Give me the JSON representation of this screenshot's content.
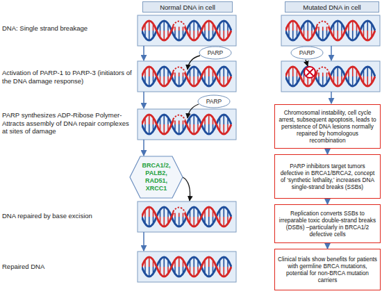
{
  "diagram": {
    "nodes": [
      {
        "text": [
          "Normal DNA in cell"
        ]
      },
      {
        "text": [
          "Mutated DNA in cell"
        ]
      },
      {
        "text": [
          "PARP"
        ]
      },
      {
        "text": [
          "PARP"
        ]
      },
      {
        "text": [
          "PARP"
        ]
      },
      {
        "text": [
          "Chromosomal instability, cell cycle arrest, subsequent apoptosis, leads to persistence of DNA lesions normally repaired by homologous recombination"
        ]
      },
      {
        "text": [
          "BRCA1/2, PALB2, RAD51, XRCC1"
        ]
      },
      {
        "text": [
          "PARP inhibitors target tumors defective in BRCA1/BRCA2, concept of ‘synthetic lethality,’ increases DNA single-strand breaks (SSBs)"
        ]
      },
      {
        "text": [
          "Replication converts SSBs to irreparable toxic double-strand breaks (DSBs) –particularly in BRCA1/2 defective cells"
        ]
      },
      {
        "text": [
          "Clinical trials show benefits for patients with germline BRCA mutations, potential for non-BRCA mutation carriers"
        ]
      }
    ],
    "edges": [
      {
        "from": 5,
        "to": 7,
        "arrow": "to"
      },
      {
        "from": 7,
        "to": 8,
        "arrow": "to"
      },
      {
        "from": 8,
        "to": 9,
        "arrow": "to"
      }
    ],
    "labels": [
      "DNA: Single strand breakage",
      "Activation of PARP-1 to PARP-3 (initiators of the DNA damage response)",
      "PARP synthesizes ADP-Ribose Polymer-Attracts assembly of DNA repair complexes at sites of damage",
      "DNA repaired by base excision",
      "Repaired DNA"
    ]
  }
}
